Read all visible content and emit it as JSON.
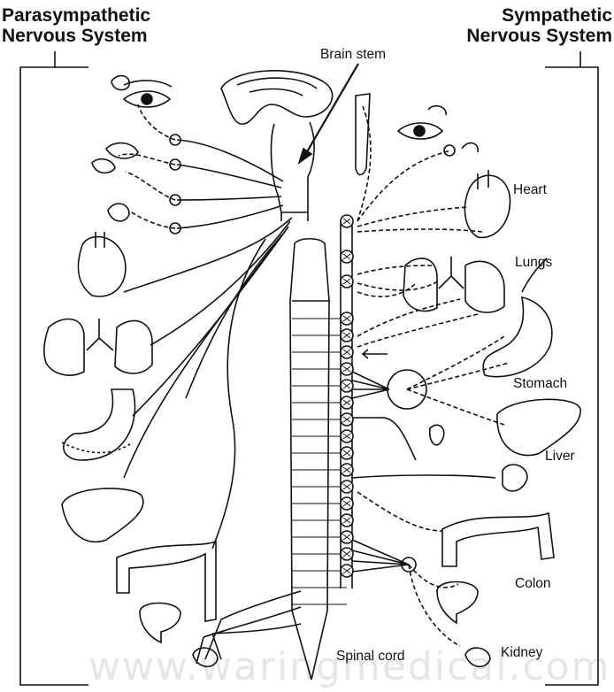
{
  "headings": {
    "parasympathetic": [
      "Parasympathetic",
      "Nervous System"
    ],
    "sympathetic": [
      "Sympathetic",
      "Nervous System"
    ]
  },
  "labels": {
    "brain_stem": "Brain stem",
    "heart": "Heart",
    "lungs": "Lungs",
    "stomach": "Stomach",
    "liver": "Liver",
    "colon": "Colon",
    "kidney": "Kidney",
    "spinal_cord": "Spinal cord"
  },
  "watermark": "www.waringmedical.com"
}
